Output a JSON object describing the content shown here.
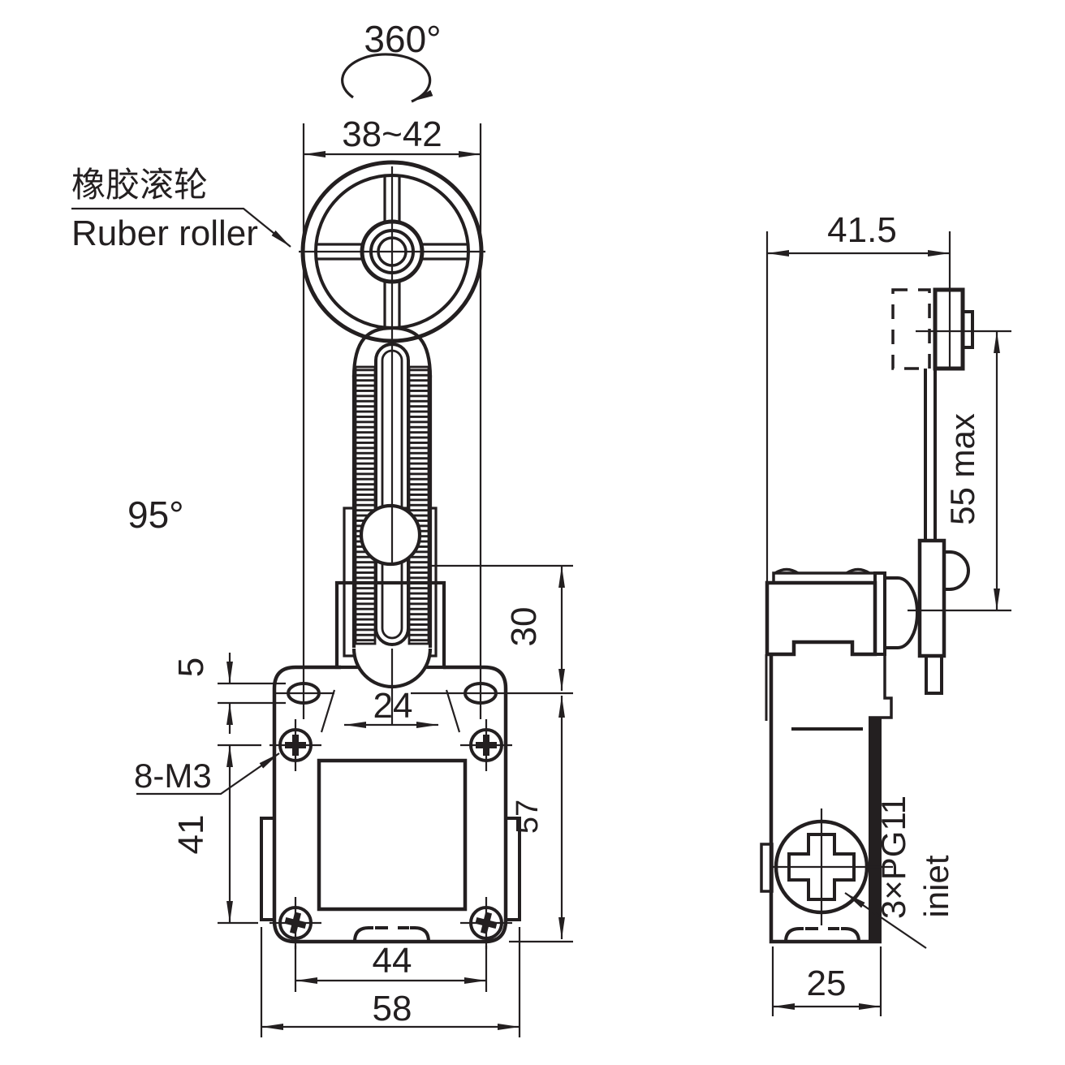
{
  "colors": {
    "line": "#231f20",
    "background": "#ffffff"
  },
  "front": {
    "rotation_angle": "360°",
    "roller_width": "38~42",
    "roller_label_zh": "橡胶滚轮",
    "roller_label_en": "Ruber roller",
    "lever_swing_angle": "95°",
    "mount_slot_height": "5",
    "cover_screw_spec": "8-M3",
    "screw_vertical_spacing": "41",
    "head_width": "24",
    "head_height": "30",
    "body_height": "57",
    "screw_horizontal_spacing": "44",
    "body_width": "58"
  },
  "side": {
    "roller_offset": "41.5",
    "lever_length": "55 max",
    "conduit_spec": "3×PG11",
    "conduit_note": "iniet",
    "body_depth": "25"
  }
}
